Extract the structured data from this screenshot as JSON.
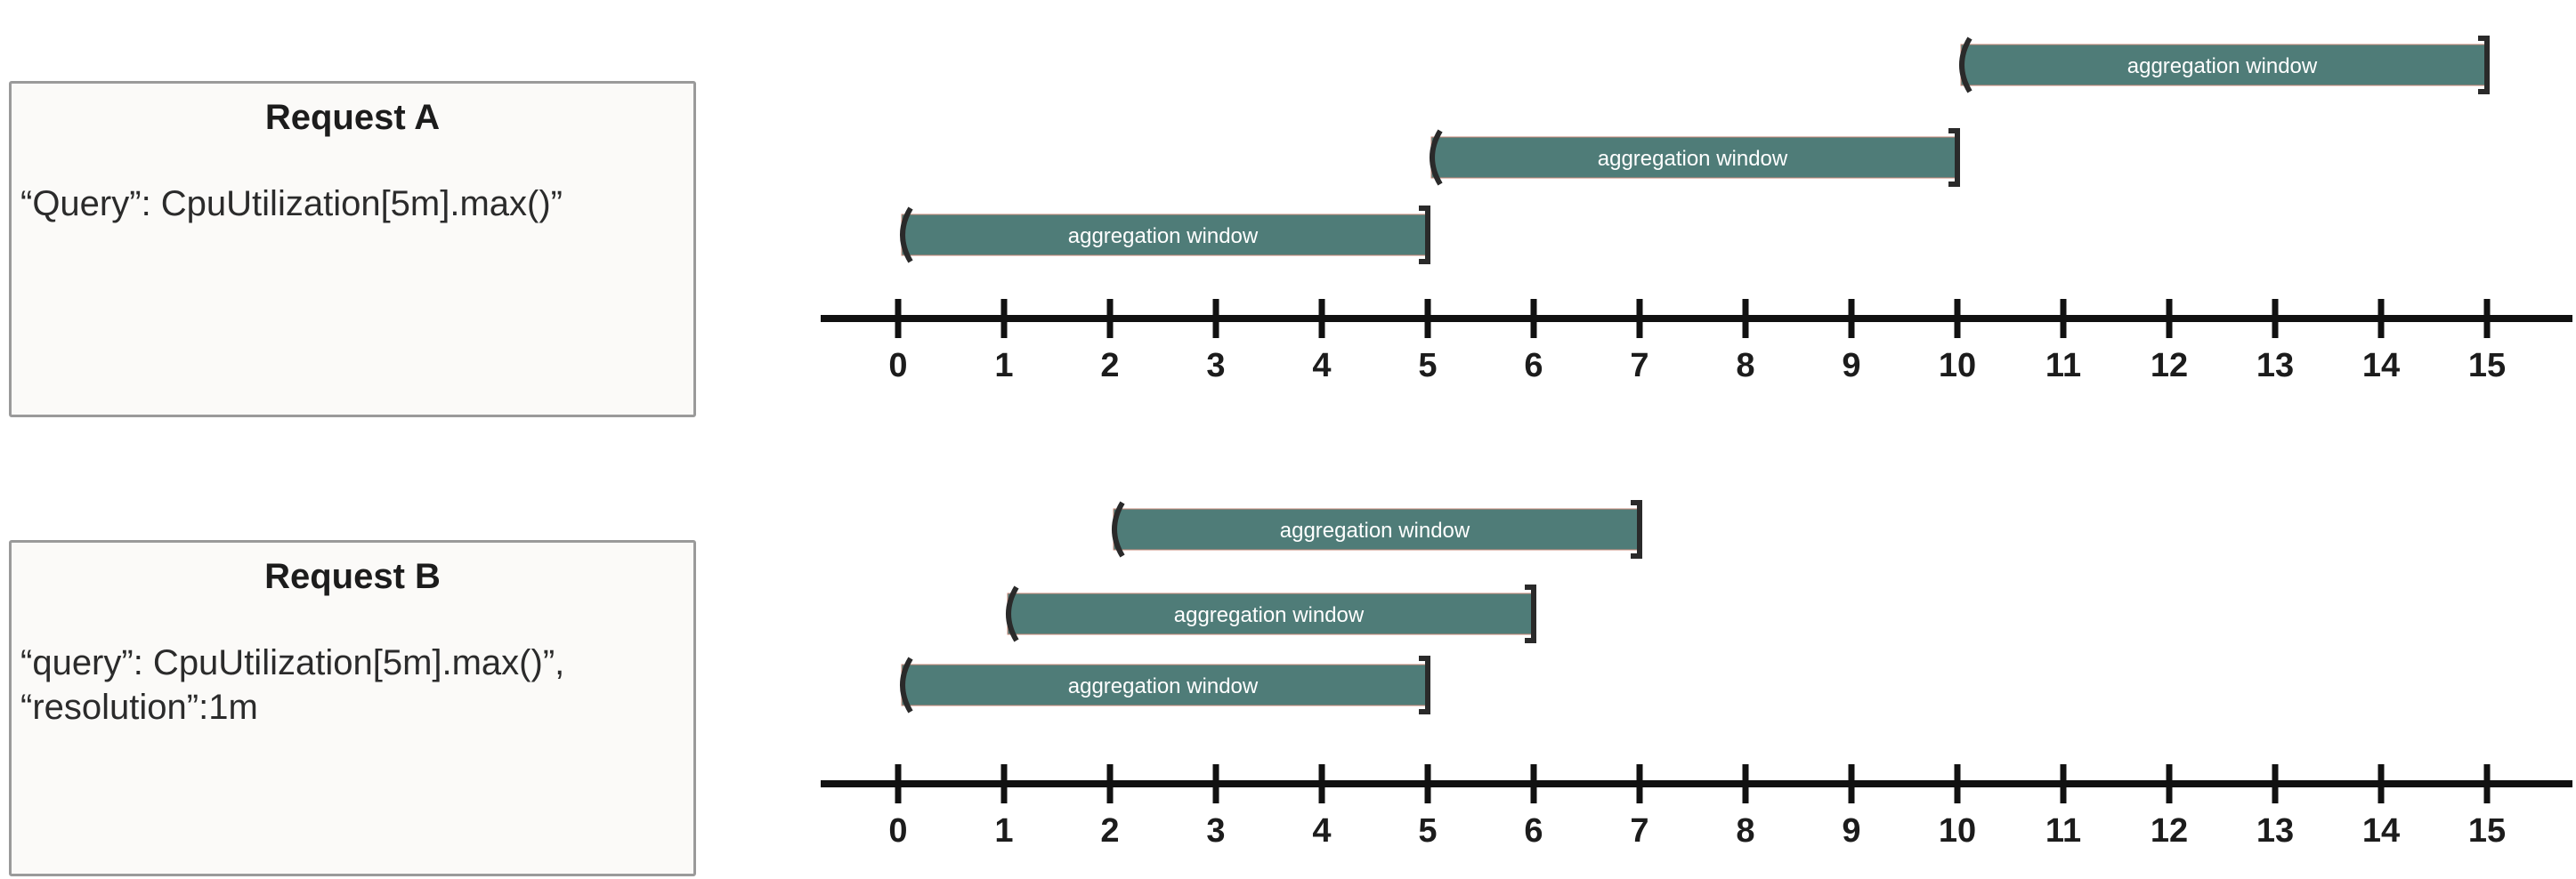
{
  "colors": {
    "window_fill": "#4f7c78",
    "axis": "#111111",
    "bracket": "#2a2a2a",
    "box_bg": "#fbfaf8",
    "box_border": "#9a9a9a"
  },
  "request_a": {
    "title": "Request A",
    "query": "“Query”: CpuUtilization[5m].max()”"
  },
  "request_b": {
    "title": "Request B",
    "query_line1": "“query”: CpuUtilization[5m].max()”,",
    "query_line2": "“resolution”:1m"
  },
  "timelines": [
    {
      "name": "timeline-a",
      "ticks": [
        0,
        1,
        2,
        3,
        4,
        5,
        6,
        7,
        8,
        9,
        10,
        11,
        12,
        13,
        14,
        15
      ],
      "windows": [
        {
          "label": "aggregation window",
          "start": 0,
          "end": 5
        },
        {
          "label": "aggregation window",
          "start": 5,
          "end": 10
        },
        {
          "label": "aggregation window",
          "start": 10,
          "end": 15
        }
      ]
    },
    {
      "name": "timeline-b",
      "ticks": [
        0,
        1,
        2,
        3,
        4,
        5,
        6,
        7,
        8,
        9,
        10,
        11,
        12,
        13,
        14,
        15
      ],
      "windows": [
        {
          "label": "aggregation window",
          "start": 0,
          "end": 5
        },
        {
          "label": "aggregation window",
          "start": 1,
          "end": 6
        },
        {
          "label": "aggregation window",
          "start": 2,
          "end": 7
        }
      ]
    }
  ]
}
